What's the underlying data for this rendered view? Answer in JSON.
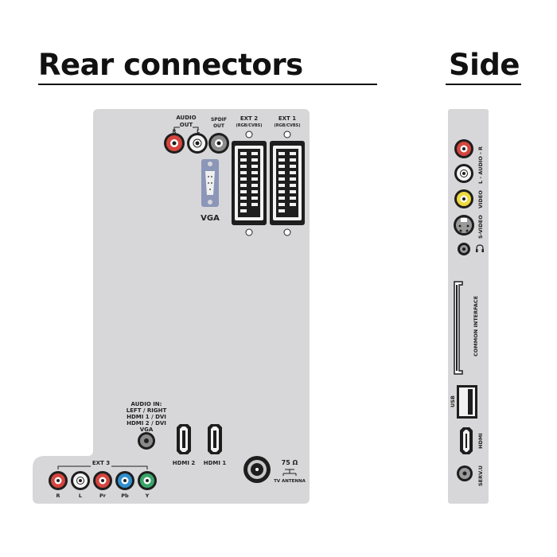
{
  "rear": {
    "title": "Rear connectors",
    "audio_out": {
      "title_line1": "AUDIO",
      "title_line2": "OUT",
      "r": "R",
      "l": "L"
    },
    "spdif": {
      "line1": "SPDIF",
      "line2": "OUT"
    },
    "ext2": {
      "line1": "EXT 2",
      "line2": "(RGB/CVBS)"
    },
    "ext1": {
      "line1": "EXT 1",
      "line2": "(RGB/CVBS)"
    },
    "vga": "VGA",
    "audio_in": {
      "line1": "AUDIO IN:",
      "line2": "LEFT / RIGHT",
      "line3": "HDMI 1 / DVI",
      "line4": "HDMI 2 / DVI",
      "line5": "VGA"
    },
    "hdmi2": "HDMI 2",
    "hdmi1": "HDMI 1",
    "antenna": {
      "ohm": "75 Ω",
      "label": "TV ANTENNA"
    },
    "ext3": {
      "title": "EXT 3",
      "jacks": [
        {
          "label": "R",
          "color": "#d6453e"
        },
        {
          "label": "L",
          "color": "#f4f4f4"
        },
        {
          "label": "Pr",
          "color": "#d6453e"
        },
        {
          "label": "Pb",
          "color": "#2f8fd0"
        },
        {
          "label": "Y",
          "color": "#3aa66b"
        }
      ]
    }
  },
  "side": {
    "title": "Side",
    "audio_r": "L - AUDIO - R",
    "video": "VIDEO",
    "svideo": "S-VIDEO",
    "headphone_symbol": "🎧",
    "common_interface": "COMMON INTERFACE",
    "usb": "USB",
    "hdmi": "HDMI",
    "serv": "SERV.U"
  },
  "colors": {
    "panel": "#d7d7d9",
    "red": "#d6453e",
    "white": "#f4f4f4",
    "yellow": "#efd93a",
    "blue": "#2f8fd0",
    "green": "#3aa66b",
    "dark": "#222222"
  }
}
